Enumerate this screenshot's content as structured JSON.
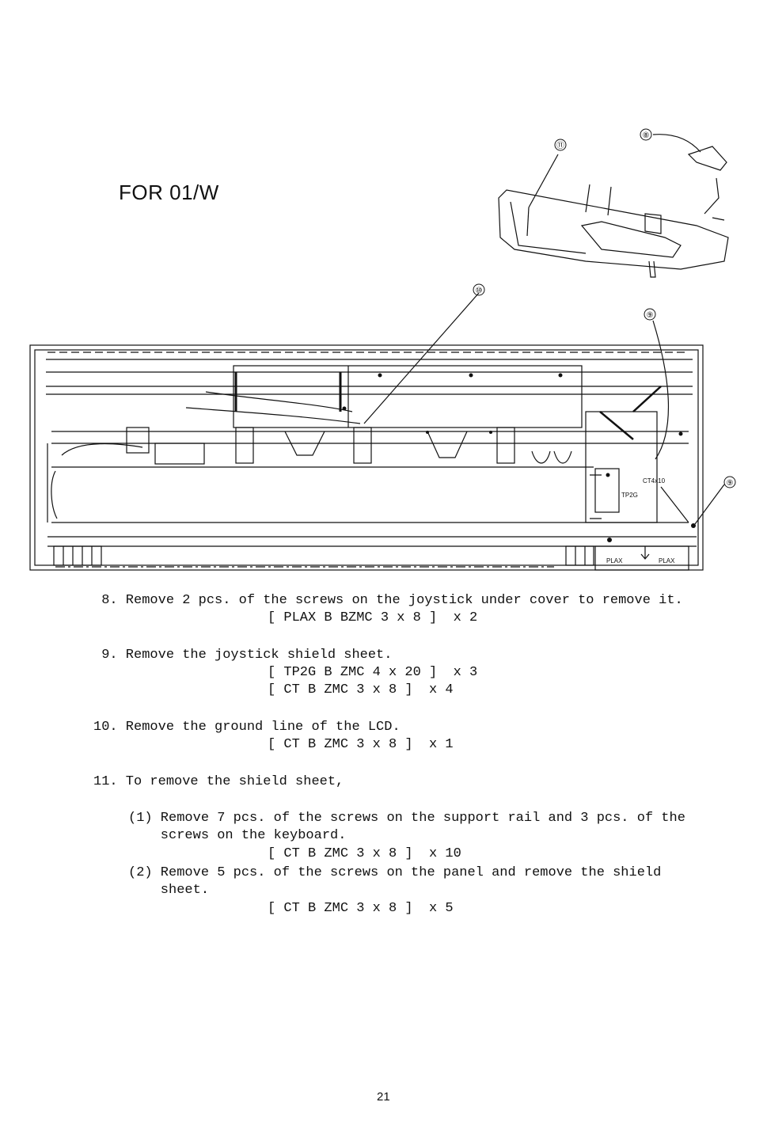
{
  "heading": "FOR 01/W",
  "diagram": {
    "callouts": [
      "⑧",
      "⑨",
      "⑩",
      "⑪",
      "⑨"
    ],
    "labels": {
      "ct4x10": "CT4x10",
      "tp2g": "TP2G",
      "plax1": "PLAX",
      "plax2": "PLAX"
    }
  },
  "steps": {
    "s8": {
      "text": " 8. Remove 2 pcs. of the screws on the joystick under cover to remove it.",
      "spec": "[ PLAX B BZMC 3 x 8 ]  x 2"
    },
    "s9": {
      "text": " 9. Remove the joystick shield sheet.",
      "spec1": "[ TP2G B ZMC 4 x 20 ]  x 3",
      "spec2": "[ CT B ZMC 3 x 8 ]  x 4"
    },
    "s10": {
      "text": "10. Remove the ground line of the LCD.",
      "spec": "[ CT B ZMC 3 x 8 ]  x 1"
    },
    "s11": {
      "text": "11. To remove the shield sheet,",
      "sub1_line1": "(1) Remove 7 pcs. of the screws on the support rail and 3 pcs. of the",
      "sub1_line2": "    screws on the keyboard.",
      "sub1_spec": "[ CT B ZMC 3 x 8 ]  x 10",
      "sub2_line1": "(2) Remove 5 pcs. of the screws on the panel and remove the shield",
      "sub2_line2": "    sheet.",
      "sub2_spec": "[ CT B ZMC 3 x 8 ]  x 5"
    }
  },
  "page_number": "21"
}
